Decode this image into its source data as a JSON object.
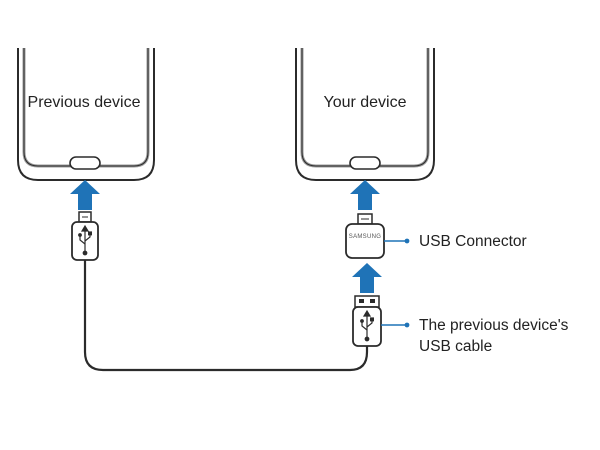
{
  "devices": {
    "previous": {
      "label": "Previous device"
    },
    "yours": {
      "label": "Your device"
    }
  },
  "connector": {
    "brand_text": "SAMSUNG"
  },
  "callouts": {
    "usb_connector": {
      "label": "USB Connector"
    },
    "usb_cable": {
      "line1": "The previous device's",
      "line2": "USB cable"
    }
  },
  "colors": {
    "arrow": "#1f73b7",
    "callout_line": "#1f73b7",
    "outline": "#2b2b2b",
    "phone_shade": "#9a9a9a"
  },
  "icons": [
    "usb-symbol-icon",
    "up-arrow-icon",
    "home-button-icon"
  ]
}
